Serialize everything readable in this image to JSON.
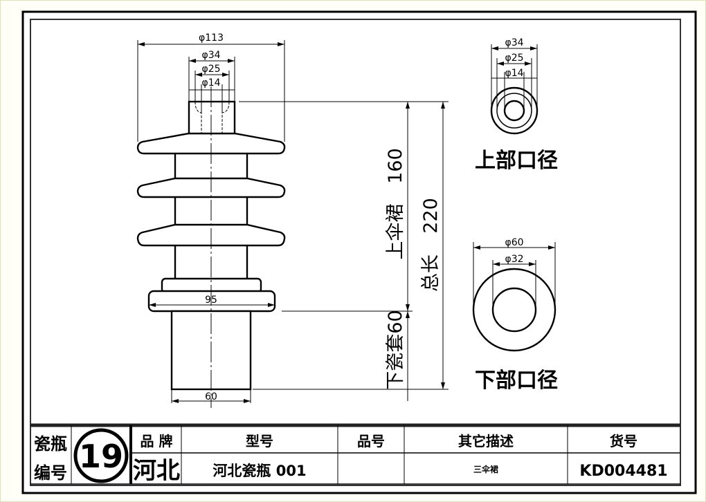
{
  "drawing": {
    "main_view": {
      "dim_top_shed_diameter": "φ113",
      "dim_cap_outer": "φ34",
      "dim_cap_mid": "φ25",
      "dim_cap_inner": "φ14",
      "dim_flange": "95",
      "dim_bottom": "60",
      "upper_shed_label": "上伞裙",
      "upper_shed_length": "160",
      "total_label": "总长",
      "total_length": "220",
      "lower_sleeve_label": "下瓷套60"
    },
    "top_view": {
      "title": "上部口径",
      "dim_outer": "φ34",
      "dim_mid": "φ25",
      "dim_inner": "φ14"
    },
    "bottom_view": {
      "title": "下部口径",
      "dim_outer": "φ60",
      "dim_inner": "φ32"
    }
  },
  "title_block": {
    "number_label_1": "瓷瓶",
    "number_label_2": "编号",
    "number": "19",
    "brand_header": "品 牌",
    "brand_value": "河北",
    "model_header": "型号",
    "model_value": "河北瓷瓶 001",
    "item_header": "品号",
    "item_value": "",
    "desc_header": "其它描述",
    "desc_value": "三伞裙",
    "sku_header": "货号",
    "sku_value": "KD004481"
  }
}
